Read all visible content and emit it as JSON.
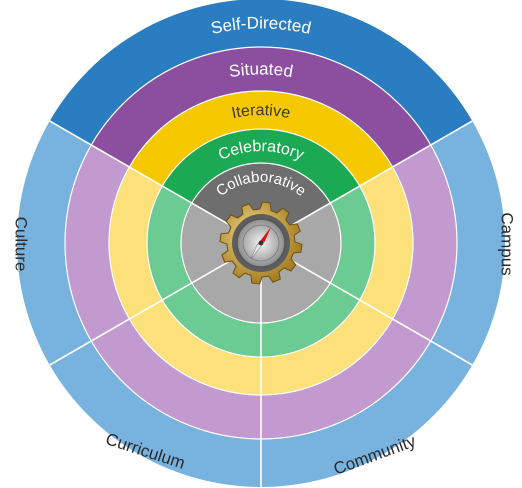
{
  "rings": [
    {
      "id": "self-directed",
      "label": "Self-Directed",
      "color": "#2A7DC1",
      "light": "#78B2DE",
      "label_color": "#ffffff"
    },
    {
      "id": "situated",
      "label": "Situated",
      "color": "#8C4FA0",
      "light": "#C39ACF",
      "label_color": "#ffffff"
    },
    {
      "id": "iterative",
      "label": "Iterative",
      "color": "#F6C800",
      "light": "#FCE07A",
      "label_color": "#3a3a3a"
    },
    {
      "id": "celebratory",
      "label": "Celebratory",
      "color": "#1BAA53",
      "light": "#6CCB92",
      "label_color": "#ffffff"
    },
    {
      "id": "collaborative",
      "label": "Collaborative",
      "color": "#6E6E6E",
      "light": "#A8A8A8",
      "label_color": "#ffffff"
    }
  ],
  "quadrants": {
    "left": "Culture",
    "right": "Campus",
    "bottom_left": "Curriculum",
    "bottom_right": "Community"
  },
  "center_icon": "compass-gear-icon"
}
